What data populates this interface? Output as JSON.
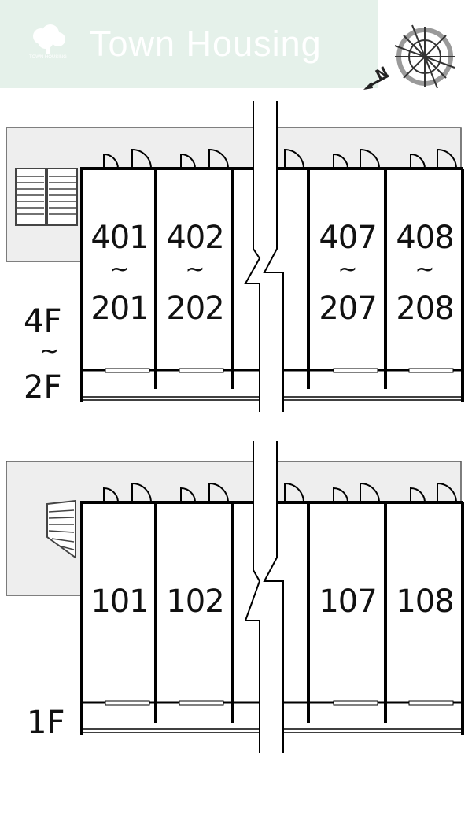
{
  "header": {
    "brand": "Town Housing",
    "logo_caption": "TOWN HOUSING",
    "logo_icon": "tree-icon",
    "compass_icon": "compass-icon",
    "north_letter": "N",
    "banner_color": "#e5f1ea"
  },
  "upper_plan": {
    "floor_top": "4F",
    "floor_range_symbol": "~",
    "floor_bottom": "2F",
    "units": [
      {
        "top": "401",
        "range_symbol": "~",
        "bottom": "201"
      },
      {
        "top": "402",
        "range_symbol": "~",
        "bottom": "202"
      },
      {
        "top": "407",
        "range_symbol": "~",
        "bottom": "207"
      },
      {
        "top": "408",
        "range_symbol": "~",
        "bottom": "208"
      }
    ],
    "stair_icon": "staircase-icon"
  },
  "lower_plan": {
    "floor": "1F",
    "units": [
      {
        "label": "101"
      },
      {
        "label": "102"
      },
      {
        "label": "107"
      },
      {
        "label": "108"
      }
    ],
    "stair_icon": "staircase-icon"
  },
  "colors": {
    "corridor": "#eeeeee",
    "wall": "#000000",
    "text": "#111111"
  }
}
